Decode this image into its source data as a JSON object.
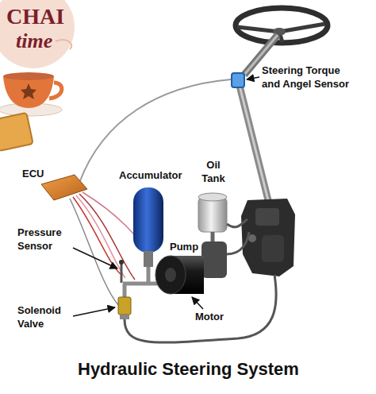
{
  "diagram": {
    "title": "Hydraulic Steering System",
    "labels": [
      "CHAI",
      "time",
      "Steering Torque and Angel Sensor",
      "ECU",
      "Accumulator",
      "Oil Tank",
      "Pressure Sensor",
      "Pump",
      "Solenoid Valve",
      "Motor"
    ]
  }
}
